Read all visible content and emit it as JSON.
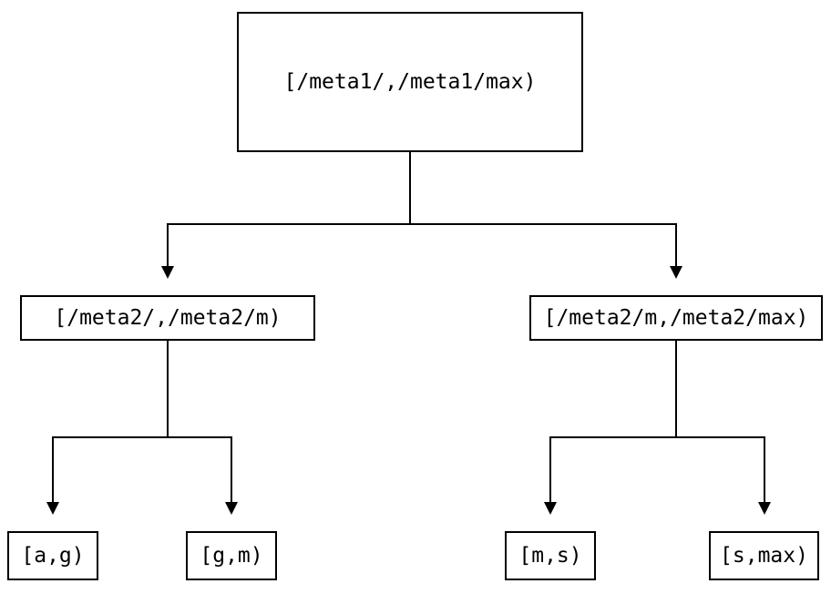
{
  "diagram": {
    "type": "tree",
    "colors": {
      "foreground": "#000000",
      "background": "#ffffff"
    },
    "root": {
      "label": "[/meta1/,/meta1/max)"
    },
    "level2": [
      {
        "label": "[/meta2/,/meta2/m)",
        "parent": "root"
      },
      {
        "label": "[/meta2/m,/meta2/max)",
        "parent": "root"
      }
    ],
    "leaves": [
      {
        "label": "[a,g)",
        "parent": "[/meta2/,/meta2/m)"
      },
      {
        "label": "[g,m)",
        "parent": "[/meta2/,/meta2/m)"
      },
      {
        "label": "[m,s)",
        "parent": "[/meta2/m,/meta2/max)"
      },
      {
        "label": "[s,max)",
        "parent": "[/meta2/m,/meta2/max)"
      }
    ]
  }
}
